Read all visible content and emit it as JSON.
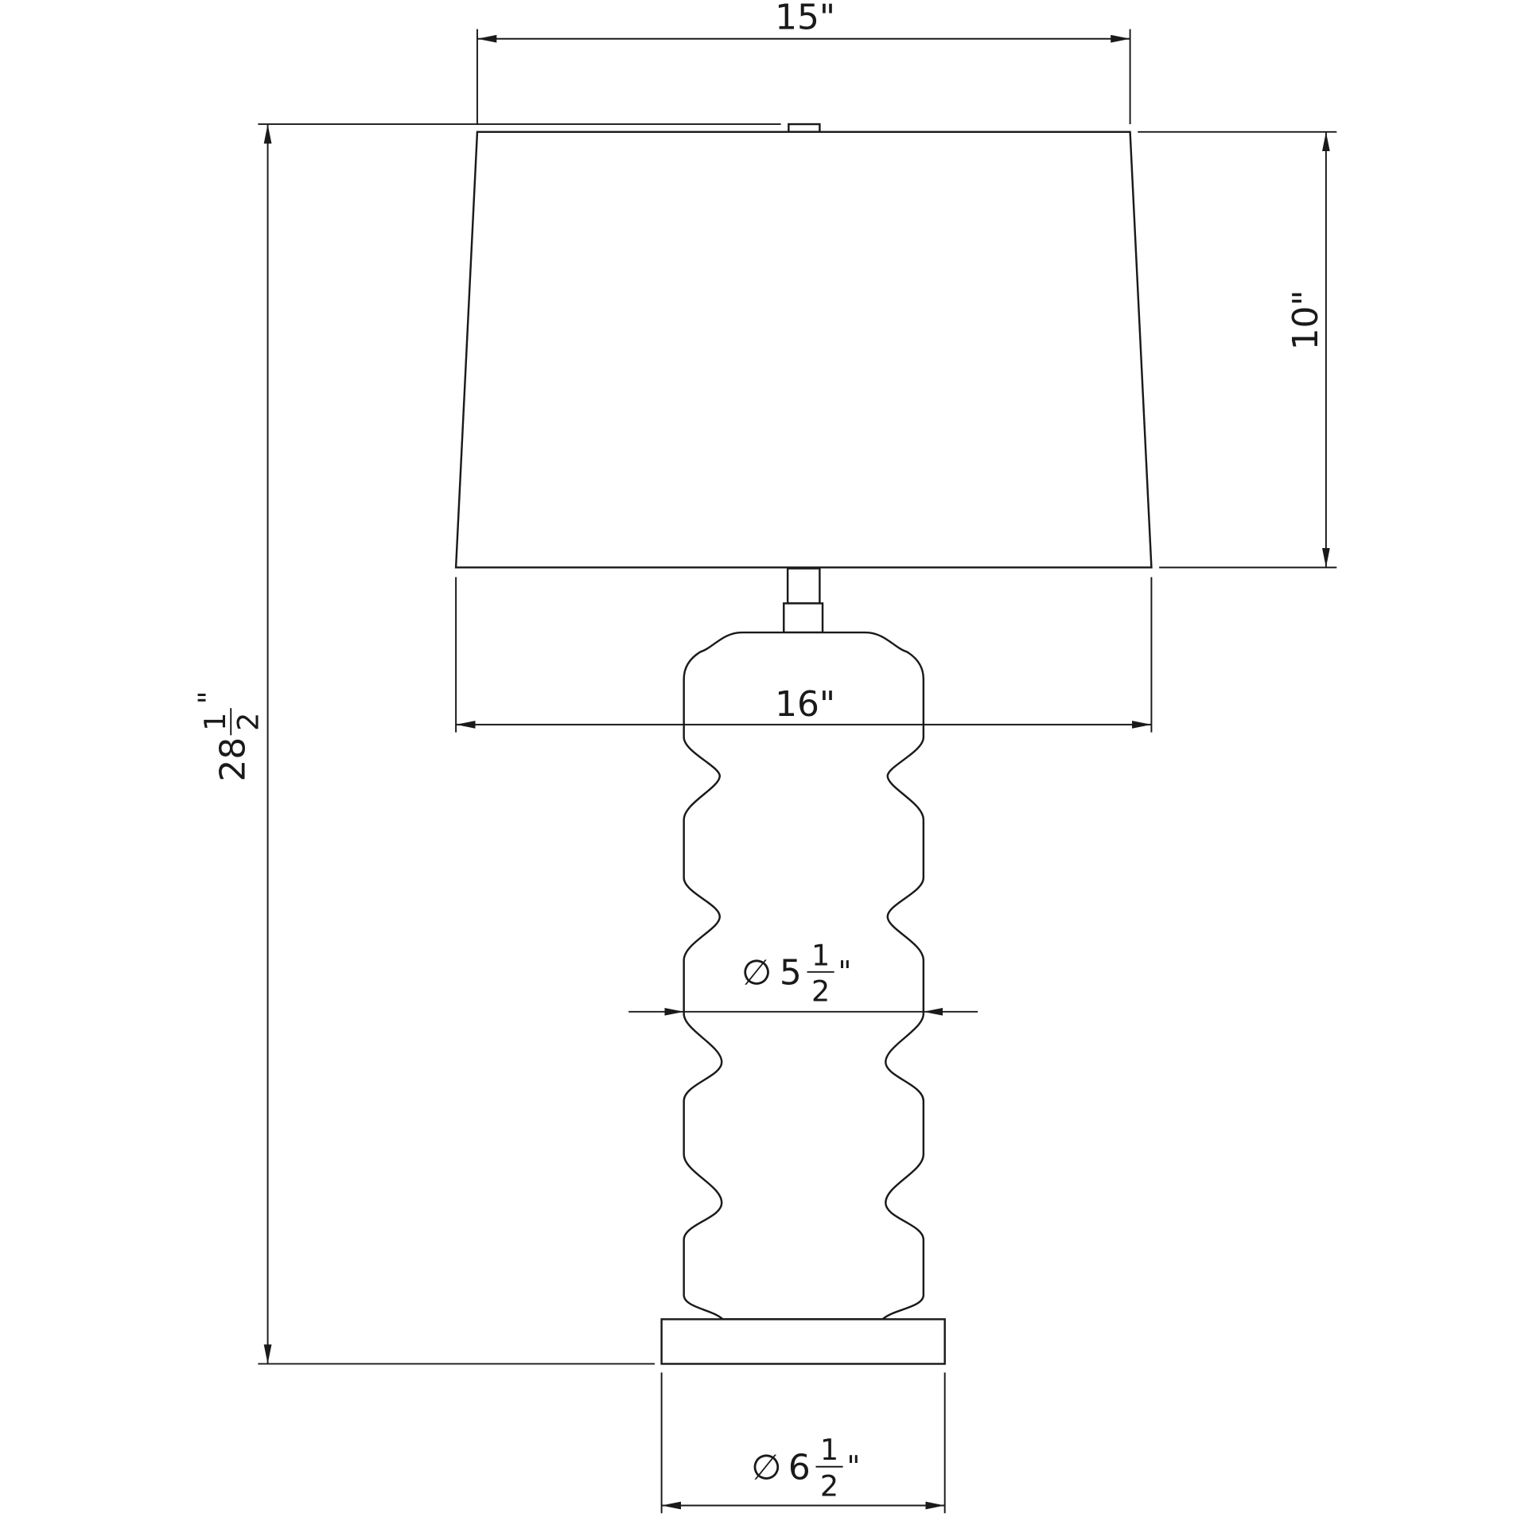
{
  "title": "Table lamp dimension drawing",
  "dimensions": {
    "shade_top_width": {
      "text": "15\""
    },
    "shade_height": {
      "text": "10\""
    },
    "shade_bottom_width": {
      "text": "16\""
    },
    "overall_height": {
      "whole": "28",
      "num": "1",
      "den": "2",
      "unit": "\""
    },
    "body_diameter": {
      "symbol": "∅",
      "whole": "5",
      "num": "1",
      "den": "2",
      "unit": "\""
    },
    "base_diameter": {
      "symbol": "∅",
      "whole": "6",
      "num": "1",
      "den": "2",
      "unit": "\""
    }
  }
}
